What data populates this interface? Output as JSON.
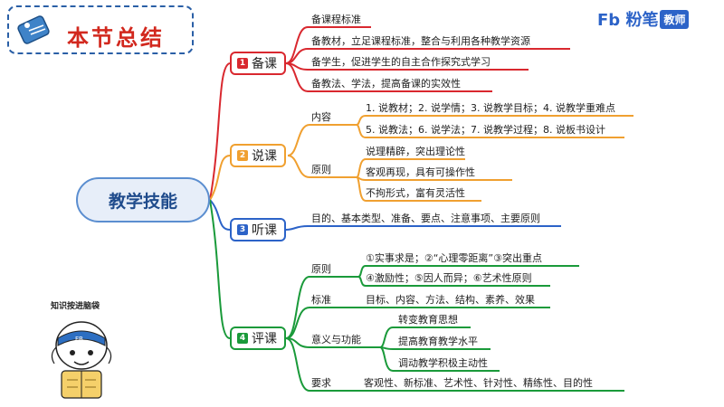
{
  "header": {
    "title": "本节总结",
    "logo_text": "粉笔",
    "logo_tag": "教师"
  },
  "center": {
    "label": "教学技能"
  },
  "colors": {
    "prepare": "#d9282f",
    "talk": "#f0a030",
    "listen": "#2c63c8",
    "eval": "#1a9a3a"
  },
  "branches": {
    "prepare": {
      "num": "1",
      "label": "备课",
      "items": [
        "备课程标准",
        "备教材，立足课程标准，整合与利用各种教学资源",
        "备学生，促进学生的自主合作探究式学习",
        "备教法、学法，提高备课的实效性"
      ]
    },
    "talk": {
      "num": "2",
      "label": "说课",
      "content_label": "内容",
      "content_items": [
        "1. 说教材；2. 说学情；3. 说教学目标；4. 说教学重难点",
        "5. 说教法；6. 说学法；7. 说教学过程；8. 说板书设计"
      ],
      "principle_label": "原则",
      "principle_items": [
        "说理精辟，突出理论性",
        "客观再现，具有可操作性",
        "不拘形式，富有灵活性"
      ]
    },
    "listen": {
      "num": "3",
      "label": "听课",
      "items": [
        "目的、基本类型、准备、要点、注意事项、主要原则"
      ]
    },
    "eval": {
      "num": "4",
      "label": "评课",
      "principle_label": "原则",
      "principle_items": [
        "①实事求是；②“心理零距离”③突出重点",
        "④激励性；⑤因人而异；⑥艺术性原则"
      ],
      "standard_label": "标准",
      "standard_text": "目标、内容、方法、结构、素养、效果",
      "meaning_label": "意义与功能",
      "meaning_items": [
        "转变教育思想",
        "提高教育教学水平",
        "调动教学积极主动性"
      ],
      "require_label": "要求",
      "require_text": "客观性、新标准、艺术性、针对性、精练性、目的性"
    }
  },
  "mascot": {
    "caption": "知识按进脑袋"
  }
}
